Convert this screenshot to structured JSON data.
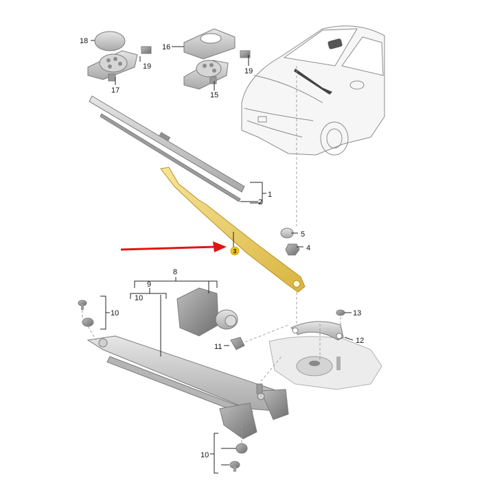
{
  "colors": {
    "highlight_part": "#f2d36b",
    "highlight_badge": "#f0c419",
    "pointer_arrow": "#e01414",
    "part_gray": "#c9c9c9",
    "part_dark": "#8c8c8c"
  },
  "callouts": {
    "n1": "1",
    "n2": "2",
    "n3": "3",
    "n4": "4",
    "n5": "5",
    "n8": "8",
    "n9": "9",
    "n10a": "10",
    "n10b": "10",
    "n10c": "10",
    "n11": "11",
    "n12": "12",
    "n13": "13",
    "n15": "15",
    "n16": "16",
    "n17": "17",
    "n18": "18",
    "n19a": "19",
    "n19b": "19"
  },
  "highlighted_part_number": "3"
}
